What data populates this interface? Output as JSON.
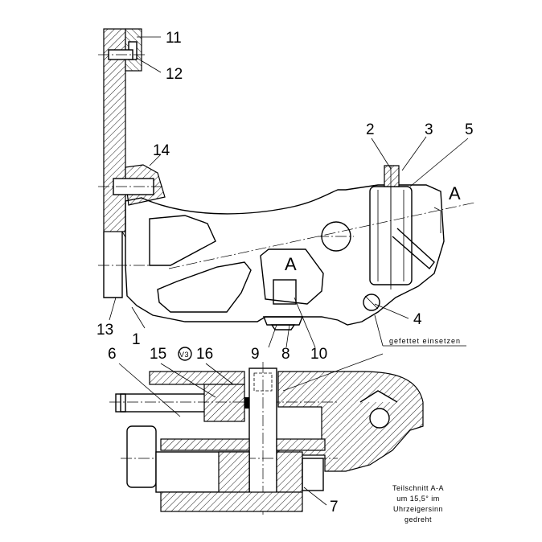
{
  "drawing": {
    "part_labels": [
      "11",
      "12",
      "14",
      "2",
      "3",
      "5",
      "4",
      "13",
      "1",
      "9",
      "8",
      "10",
      "6",
      "15",
      "16",
      "7"
    ],
    "section_marker": "A",
    "surface_symbol": "V3",
    "note_text": "gefettet einsetzen",
    "caption": {
      "line1": "Teilschnitt A-A",
      "line2": "um 15,5° im",
      "line3": "Uhrzeigersinn",
      "line4": "gedreht"
    }
  }
}
